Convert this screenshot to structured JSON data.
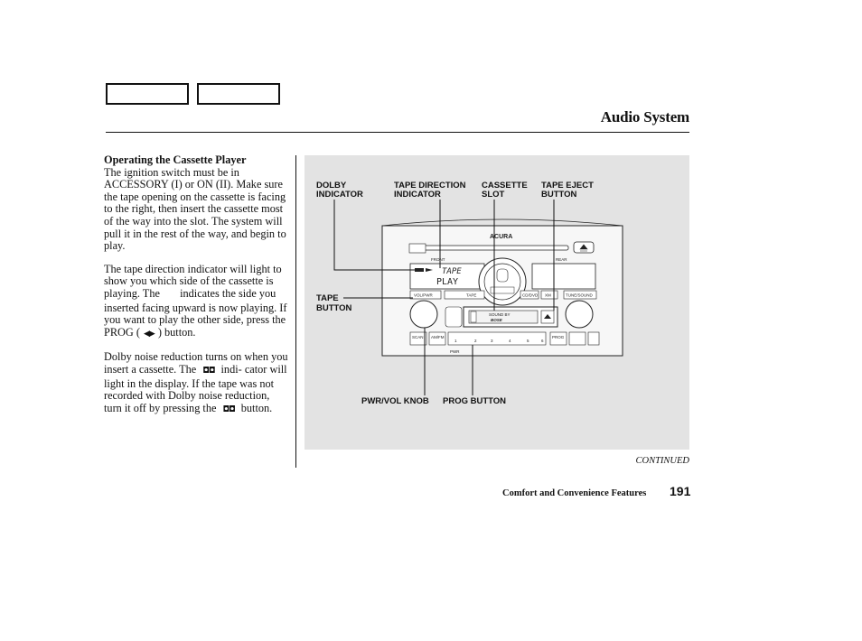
{
  "header": {
    "title": "Audio System"
  },
  "content": {
    "section_heading": "Operating the Cassette Player",
    "para1": "The ignition switch must be in ACCESSORY (I) or ON (II). Make sure the tape opening on the cassette is facing to the right, then insert the cassette most of the way into the slot. The system will pull it in the rest of the way, and begin to play.",
    "para2_a": "The tape direction indicator will light to show you which side of the cassette is playing. The",
    "para2_b": "indicates the side you inserted facing upward is now playing. If you want to play the other side, press the PROG (",
    "para2_glyph": "◀▶",
    "para2_c": ") button.",
    "para3_a": "Dolby noise reduction turns on when you insert a cassette. The",
    "para3_b": "indi- cator will light in the display. If the tape was not recorded with Dolby noise reduction, turn it off by pressing the",
    "para3_c": "button.",
    "dolby_glyph": "◘◘"
  },
  "figure": {
    "labels": {
      "dolby_1": "DOLBY",
      "dolby_2": "INDICATOR",
      "tapedir_1": "TAPE DIRECTION",
      "tapedir_2": "INDICATOR",
      "slot_1": "CASSETTE",
      "slot_2": "SLOT",
      "eject_1": "TAPE EJECT",
      "eject_2": "BUTTON",
      "tape_1": "TAPE",
      "tape_2": "BUTTON",
      "pwr": "PWR/VOL KNOB",
      "prog": "PROG BUTTON"
    },
    "unit": {
      "brand": "ACURA",
      "front": "FRONT",
      "rear": "REAR",
      "display_1": "TAPE",
      "display_2": "PLAY",
      "vol": "VOL/PWR",
      "tape": "TAPE",
      "am_fm": "AM/FM",
      "cd": "CD/DVD",
      "xm": "XM",
      "tune_sound": "TUNE/SOUND",
      "sound_by": "SOUND BY",
      "bose": "BOSE",
      "prog": "PROG",
      "presets": [
        "1",
        "2",
        "3",
        "4",
        "5",
        "6"
      ],
      "scan": "SCAN",
      "pwr_label": "PWR"
    }
  },
  "footer": {
    "continued": "CONTINUED",
    "section": "Comfort and Convenience Features",
    "page_number": "191"
  }
}
